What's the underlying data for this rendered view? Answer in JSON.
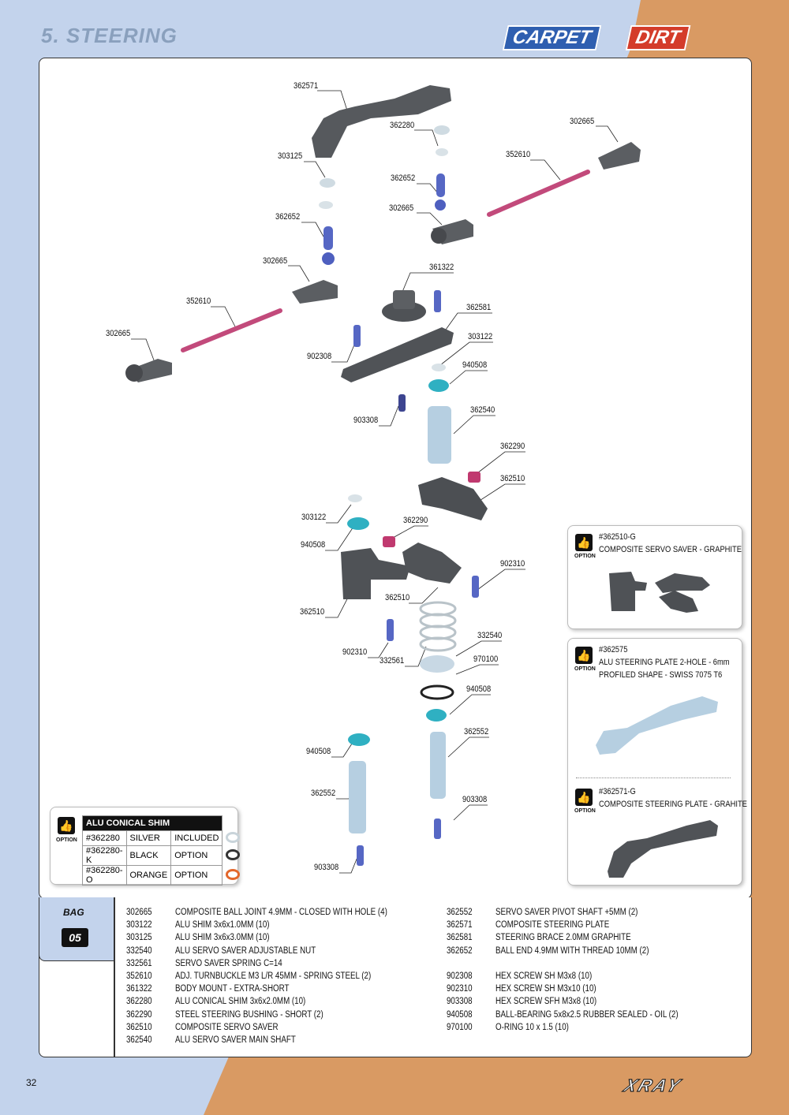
{
  "header": {
    "section_title": "5. STEERING",
    "badge_carpet": "CARPET",
    "badge_dirt": "DIRT"
  },
  "diagram_labels": [
    "362571",
    "362280",
    "302665",
    "303125",
    "352610",
    "362652",
    "302665",
    "362652",
    "302665",
    "361322",
    "352610",
    "362581",
    "302665",
    "303122",
    "902308",
    "940508",
    "903308",
    "362540",
    "362290",
    "362510",
    "303122",
    "362290",
    "940508",
    "902310",
    "362510",
    "362510",
    "332540",
    "902310",
    "332561",
    "970100",
    "940508",
    "362552",
    "940508",
    "362552",
    "903308",
    "903308"
  ],
  "option_boxes": [
    {
      "option_word": "OPTION",
      "lines": [
        "#362510-G",
        "COMPOSITE SERVO SAVER - GRAPHITE"
      ]
    },
    {
      "option_word": "OPTION",
      "lines": [
        "#362575",
        "ALU STEERING PLATE 2-HOLE - 6mm",
        "PROFILED SHAPE - SWISS 7075 T6"
      ]
    },
    {
      "option_word": "OPTION",
      "lines": [
        "#362571-G",
        "COMPOSITE STEERING PLATE - GRAHITE"
      ]
    }
  ],
  "shim_table": {
    "option_word": "OPTION",
    "title": "ALU CONICAL SHIM",
    "rows": [
      {
        "code": "#362280",
        "color": "SILVER",
        "status": "INCLUDED",
        "swatch": "#c9d4da"
      },
      {
        "code": "#362280-K",
        "color": "BLACK",
        "status": "OPTION",
        "swatch": "#333333"
      },
      {
        "code": "#362280-O",
        "color": "ORANGE",
        "status": "OPTION",
        "swatch": "#e3672b"
      }
    ]
  },
  "bag": {
    "label": "BAG",
    "number": "05"
  },
  "parts_left": [
    {
      "code": "302665",
      "desc": "COMPOSITE BALL JOINT 4.9MM - CLOSED WITH HOLE (4)"
    },
    {
      "code": "303122",
      "desc": "ALU SHIM 3x6x1.0MM (10)"
    },
    {
      "code": "303125",
      "desc": "ALU SHIM 3x6x3.0MM (10)"
    },
    {
      "code": "332540",
      "desc": "ALU SERVO SAVER ADJUSTABLE NUT"
    },
    {
      "code": "332561",
      "desc": "SERVO SAVER SPRING C=14"
    },
    {
      "code": "352610",
      "desc": "ADJ. TURNBUCKLE M3 L/R 45MM  - SPRING STEEL (2)"
    },
    {
      "code": "361322",
      "desc": "BODY MOUNT - EXTRA-SHORT"
    },
    {
      "code": "362280",
      "desc": "ALU CONICAL SHIM 3x6x2.0MM (10)"
    },
    {
      "code": "362290",
      "desc": "STEEL STEERING BUSHING - SHORT (2)"
    },
    {
      "code": "362510",
      "desc": "COMPOSITE SERVO SAVER"
    },
    {
      "code": "362540",
      "desc": "ALU SERVO SAVER MAIN SHAFT"
    }
  ],
  "parts_right": [
    {
      "code": "362552",
      "desc": "SERVO SAVER PIVOT SHAFT +5MM (2)"
    },
    {
      "code": "362571",
      "desc": "COMPOSITE STEERING PLATE"
    },
    {
      "code": "362581",
      "desc": "STEERING BRACE 2.0MM GRAPHITE"
    },
    {
      "code": "362652",
      "desc": "BALL END 4.9MM WITH THREAD 10MM (2)"
    },
    {
      "code": "",
      "desc": ""
    },
    {
      "code": "902308",
      "desc": "HEX SCREW  SH M3x8  (10)"
    },
    {
      "code": "902310",
      "desc": "HEX SCREW  SH M3x10  (10)"
    },
    {
      "code": "903308",
      "desc": "HEX SCREW  SFH M3x8  (10)"
    },
    {
      "code": "940508",
      "desc": "BALL-BEARING 5x8x2.5 RUBBER SEALED - OIL (2)"
    },
    {
      "code": "970100",
      "desc": "O-RING 10 x 1.5  (10)"
    }
  ],
  "footer": {
    "page_number": "32",
    "brand": "XRAY"
  }
}
